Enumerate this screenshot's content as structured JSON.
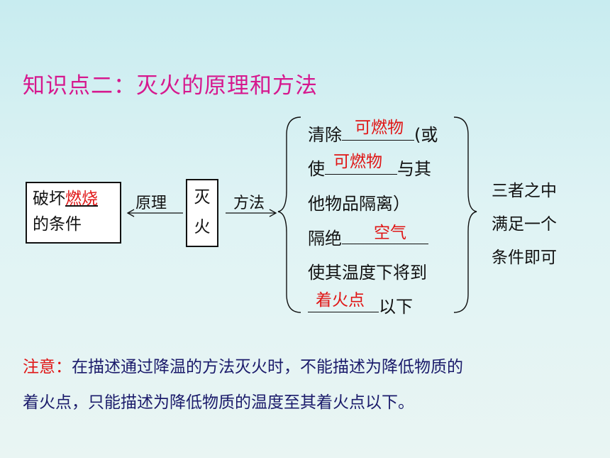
{
  "title": "知识点二：灭火的原理和方法",
  "cause": {
    "prefix": "破坏",
    "answer": "燃烧",
    "suffix": "的条件"
  },
  "arrow_left_label": "原理",
  "fire": {
    "char1": "灭",
    "char2": "火"
  },
  "arrow_right_label": "方法",
  "methods": {
    "l1_prefix": "清除",
    "l1_answer": "可燃物",
    "l1_suffix": "(或",
    "l2_prefix": "使",
    "l2_answer": "可燃物",
    "l2_suffix": "与其",
    "l3": "他物品隔离）",
    "l4_prefix": "隔绝",
    "l4_answer": "空气",
    "l5": "使其温度下将到",
    "l6_answer": "着火点",
    "l6_suffix": "以下"
  },
  "result": {
    "l1": "三者之中",
    "l2": "满足一个",
    "l3": "条件即可"
  },
  "note": {
    "label": "注意：",
    "text1": "在描述通过降温的方法灭火时，不能描述为降低物质的",
    "text2": "着火点，只能描述为降低物质的温度至其着火点以下。"
  },
  "colors": {
    "title": "#d6188e",
    "answer": "#e01515",
    "note_text": "#1b1b6b"
  }
}
